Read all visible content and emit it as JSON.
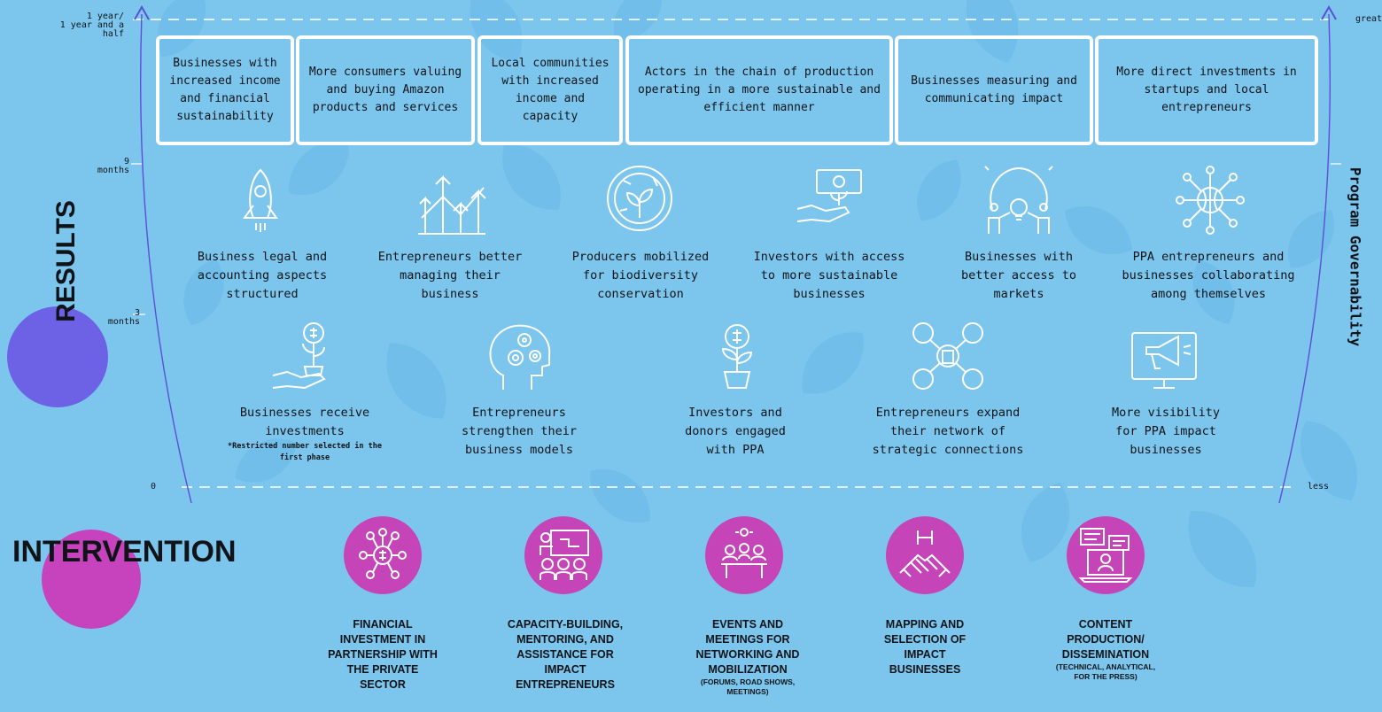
{
  "headings": {
    "results": "RESULTS",
    "intervention": "INTERVENTION",
    "governability": "Program Governability"
  },
  "time_axis": {
    "top_line1": "1 year/",
    "top_line2": "1 year and a half",
    "nine_value": "9",
    "nine_unit": "months",
    "three_value": "3",
    "three_unit": "months",
    "zero": "0"
  },
  "governability_axis": {
    "top": "great",
    "bottom": "less"
  },
  "long_term_results": [
    "Businesses with increased income and financial sustainability",
    "More consumers valuing and buying Amazon products and services",
    "Local communities with increased income and capacity",
    "Actors in the chain of production operating in a more sustainable and efficient manner",
    "Businesses measuring and communicating impact",
    "More direct investments in startups and local entrepreneurs"
  ],
  "mid_term_results": [
    {
      "text": "Business legal and accounting aspects structured",
      "icon": "rocket-icon"
    },
    {
      "text": "Entrepreneurs better managing their business",
      "icon": "growth-arrows-icon"
    },
    {
      "text": "Producers mobilized for biodiversity conservation",
      "icon": "globe-plant-icon"
    },
    {
      "text": "Investors with access to more sustainable businesses",
      "icon": "money-hand-icon"
    },
    {
      "text": "Businesses with better access to markets",
      "icon": "people-lightbulb-icon"
    },
    {
      "text": "PPA entrepreneurs and businesses collaborating among themselves",
      "icon": "network-globe-icon"
    }
  ],
  "short_term_results": [
    {
      "text": "Businesses receive investments",
      "note": "*Restricted number selected in the first phase",
      "icon": "hand-plant-coin-icon"
    },
    {
      "text": "Entrepreneurs strengthen their business models",
      "icon": "head-gears-icon"
    },
    {
      "text": "Investors and donors engaged with PPA",
      "icon": "coin-plant-icon"
    },
    {
      "text": "Entrepreneurs expand their network of strategic connections",
      "icon": "network-people-icon"
    },
    {
      "text": "More visibility for PPA impact businesses",
      "icon": "monitor-megaphone-icon"
    }
  ],
  "interventions": [
    {
      "label": "FINANCIAL INVESTMENT IN PARTNERSHIP WITH THE PRIVATE SECTOR",
      "sub": "",
      "icon": "investment-network-icon"
    },
    {
      "label": "CAPACITY-BUILDING, MENTORING, AND ASSISTANCE FOR IMPACT ENTREPRENEURS",
      "sub": "",
      "icon": "training-board-icon"
    },
    {
      "label": "EVENTS AND MEETINGS FOR NETWORKING AND MOBILIZATION",
      "sub": "(FORUMS, ROAD SHOWS, MEETINGS)",
      "icon": "meeting-table-icon"
    },
    {
      "label": "MAPPING AND SELECTION OF IMPACT BUSINESSES",
      "sub": "",
      "icon": "handshake-icon"
    },
    {
      "label": "CONTENT PRODUCTION/ DISSEMINATION",
      "sub": "(TECHNICAL, ANALYTICAL, FOR THE PRESS)",
      "icon": "laptop-content-icon"
    }
  ],
  "colors": {
    "background": "#7cc6ee",
    "violet": "#6d62e6",
    "magenta": "#c545b8",
    "leaf": "#5aaee6"
  }
}
